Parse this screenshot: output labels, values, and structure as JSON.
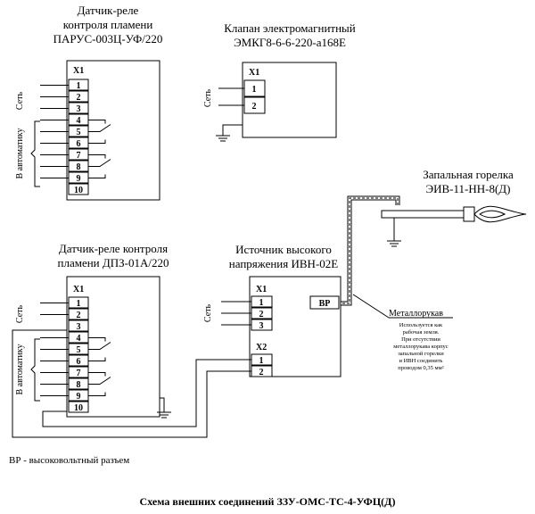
{
  "sensor1": {
    "title_l1": "Датчик-реле",
    "title_l2": "контроля пламени",
    "title_l3": "ПАРУС-003Ц-УФ/220",
    "connector": "X1",
    "pins": [
      "1",
      "2",
      "3",
      "4",
      "5",
      "6",
      "7",
      "8",
      "9",
      "10"
    ],
    "label_set": "Сеть",
    "label_auto": "В автоматику"
  },
  "valve": {
    "title_l1": "Клапан электромагнитный",
    "title_l2": "ЭМКГ8-6-6-220-а168Е",
    "connector": "X1",
    "pins": [
      "1",
      "2"
    ],
    "label_set": "Сеть"
  },
  "igniter": {
    "title_l1": "Запальная горелка",
    "title_l2": "ЭИВ-11-НН-8(Д)"
  },
  "sensor2": {
    "title_l1": "Датчик-реле контроля",
    "title_l2": "пламени ДПЗ-01А/220",
    "connector": "X1",
    "pins": [
      "1",
      "2",
      "3",
      "4",
      "5",
      "6",
      "7",
      "8",
      "9",
      "10"
    ],
    "label_set": "Сеть",
    "label_auto": "В автоматику"
  },
  "hv_source": {
    "title_l1": "Источник высокого",
    "title_l2": "напряжения ИВН-02Е",
    "connector1": "X1",
    "connector2": "X2",
    "pins1": [
      "1",
      "2",
      "3"
    ],
    "pins2": [
      "1",
      "2"
    ],
    "hv_label": "ВР",
    "label_set": "Сеть"
  },
  "hose": {
    "title": "Металлорукав",
    "note": [
      "Используется как",
      "рабочая земля.",
      "При отсутствии",
      "металлорукава корпус",
      "запальной горелки",
      "и ИВН соединить",
      "проводом 0,35 мм²"
    ]
  },
  "legend": "ВР - высоковольтный разъем",
  "caption": "Схема внешних соединений ЗЗУ-ОМС-ТС-4-УФЦ(Д)"
}
